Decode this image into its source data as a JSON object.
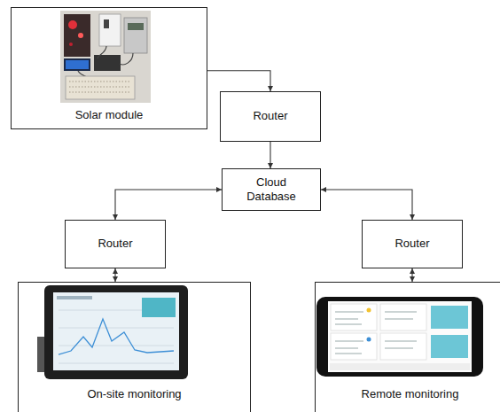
{
  "diagram": {
    "nodes": [
      {
        "text": [
          "Solar module"
        ]
      },
      {
        "text": [
          "Router"
        ]
      },
      {
        "text": [
          "Cloud Database"
        ]
      },
      {
        "text": [
          "Router"
        ]
      },
      {
        "text": [
          "Router"
        ]
      },
      {
        "text": [
          "On-site monitoring"
        ]
      },
      {
        "text": [
          "Remote monitoring"
        ]
      }
    ],
    "edges": [
      {
        "from": 0,
        "to": 1,
        "arrow": "to"
      },
      {
        "from": 1,
        "to": 2,
        "arrow": "to"
      },
      {
        "from": 2,
        "to": 3,
        "arrow": "both"
      },
      {
        "from": 2,
        "to": 4,
        "arrow": "both"
      },
      {
        "from": 3,
        "to": 5,
        "arrow": "both"
      },
      {
        "from": 4,
        "to": 6,
        "arrow": "both"
      }
    ]
  }
}
